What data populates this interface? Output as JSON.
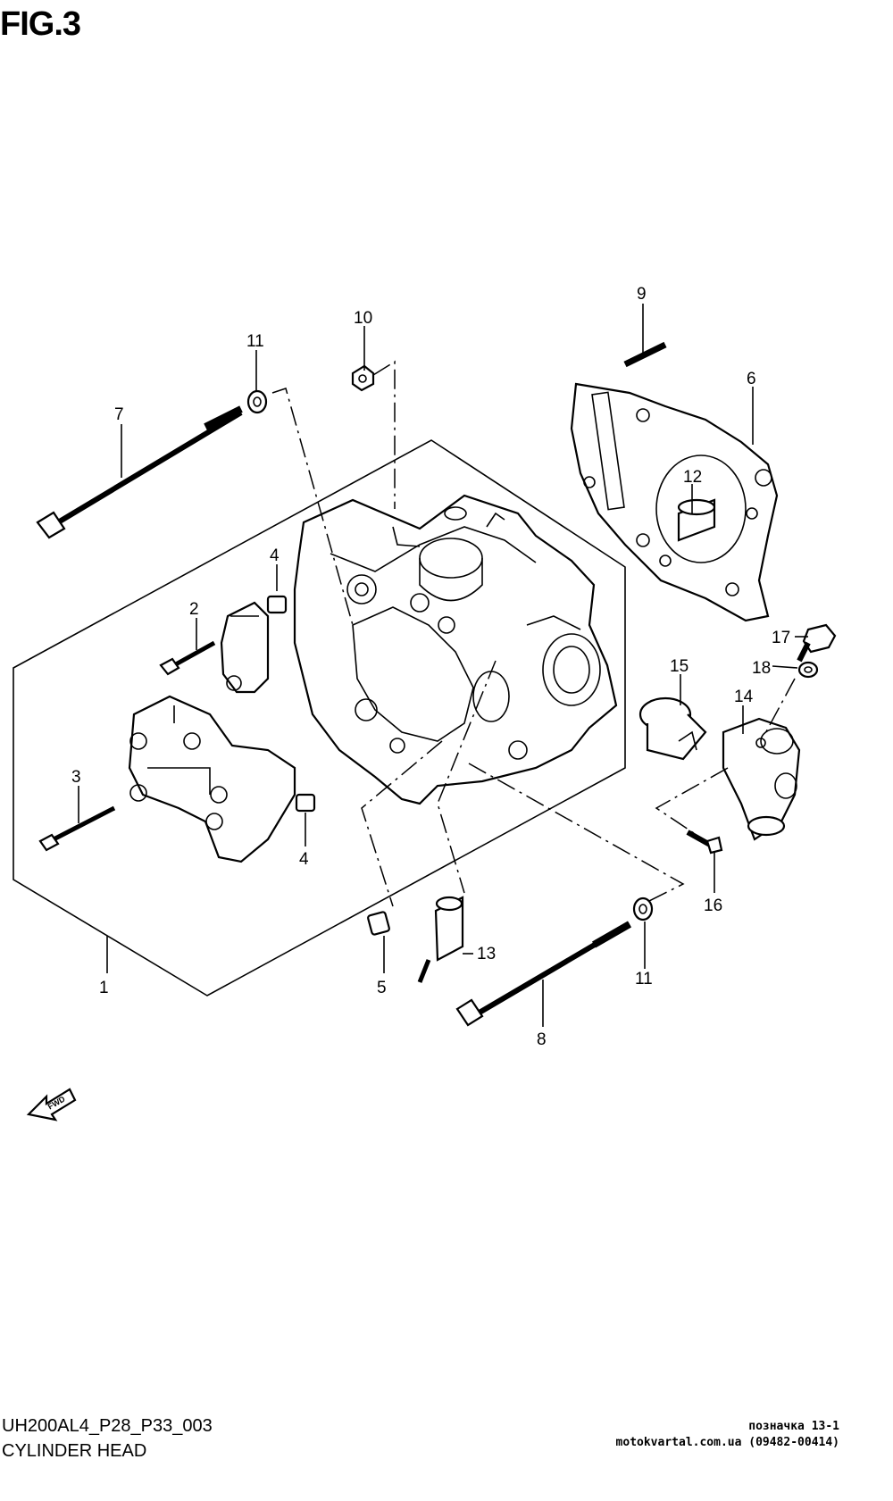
{
  "figure": {
    "title": "FIG.3",
    "model_code": "UH200AL4_P28_P33_003",
    "section_name": "CYLINDER HEAD",
    "marker": "позначка 13-1",
    "watermark": "motokvartal.com.ua (09482-00414)",
    "direction_label": "FWD"
  },
  "callouts": [
    {
      "id": "c1",
      "label": "1"
    },
    {
      "id": "c2",
      "label": "2"
    },
    {
      "id": "c3",
      "label": "3"
    },
    {
      "id": "c4a",
      "label": "4"
    },
    {
      "id": "c4b",
      "label": "4"
    },
    {
      "id": "c5",
      "label": "5"
    },
    {
      "id": "c6",
      "label": "6"
    },
    {
      "id": "c7",
      "label": "7"
    },
    {
      "id": "c8",
      "label": "8"
    },
    {
      "id": "c9",
      "label": "9"
    },
    {
      "id": "c10",
      "label": "10"
    },
    {
      "id": "c11a",
      "label": "11"
    },
    {
      "id": "c11b",
      "label": "11"
    },
    {
      "id": "c12",
      "label": "12"
    },
    {
      "id": "c13",
      "label": "13"
    },
    {
      "id": "c14",
      "label": "14"
    },
    {
      "id": "c15",
      "label": "15"
    },
    {
      "id": "c16",
      "label": "16"
    },
    {
      "id": "c17",
      "label": "17"
    },
    {
      "id": "c18",
      "label": "18"
    }
  ]
}
